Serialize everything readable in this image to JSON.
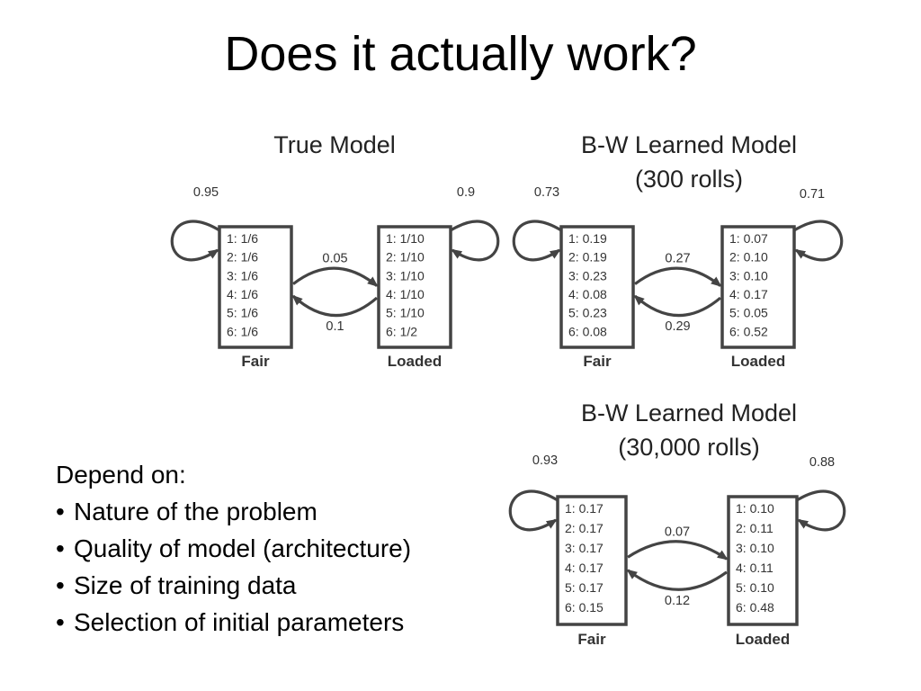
{
  "slide": {
    "title": "Does it actually work?"
  },
  "notes": {
    "heading": "Depend on:",
    "bullet": "•",
    "items": [
      "Nature of the problem",
      "Quality of model (architecture)",
      "Size of training data",
      "Selection of initial parameters"
    ]
  },
  "models": [
    {
      "title_lines": [
        "True Model"
      ],
      "fair": {
        "label": "Fair",
        "self_loop": "0.95",
        "emissions": [
          "1:   1/6",
          "2:   1/6",
          "3:   1/6",
          "4:   1/6",
          "5:   1/6",
          "6:   1/6"
        ]
      },
      "loaded": {
        "label": "Loaded",
        "self_loop": "0.9",
        "emissions": [
          "1: 1/10",
          "2: 1/10",
          "3: 1/10",
          "4: 1/10",
          "5: 1/10",
          "6:    1/2"
        ]
      },
      "fair_to_loaded": "0.05",
      "loaded_to_fair": "0.1"
    },
    {
      "title_lines": [
        "B-W Learned Model",
        "(300 rolls)"
      ],
      "fair": {
        "label": "Fair",
        "self_loop": "0.73",
        "emissions": [
          "1:  0.19",
          "2:  0.19",
          "3:  0.23",
          "4:  0.08",
          "5:  0.23",
          "6:  0.08"
        ]
      },
      "loaded": {
        "label": "Loaded",
        "self_loop": "0.71",
        "emissions": [
          "1:  0.07",
          "2:  0.10",
          "3:  0.10",
          "4:  0.17",
          "5:  0.05",
          "6:  0.52"
        ]
      },
      "fair_to_loaded": "0.27",
      "loaded_to_fair": "0.29"
    },
    {
      "title_lines": [
        "B-W Learned Model",
        "(30,000 rolls)"
      ],
      "fair": {
        "label": "Fair",
        "self_loop": "0.93",
        "emissions": [
          "1:  0.17",
          "2:  0.17",
          "3:  0.17",
          "4:  0.17",
          "5:  0.17",
          "6:  0.15"
        ]
      },
      "loaded": {
        "label": "Loaded",
        "self_loop": "0.88",
        "emissions": [
          "1:  0.10",
          "2:  0.11",
          "3:  0.10",
          "4:  0.11",
          "5:  0.10",
          "6:  0.48"
        ]
      },
      "fair_to_loaded": "0.07",
      "loaded_to_fair": "0.12"
    }
  ]
}
